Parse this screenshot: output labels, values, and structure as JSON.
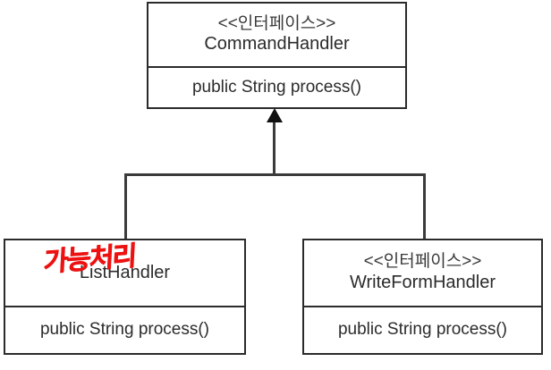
{
  "diagram": {
    "title": "CommandHandler interface hierarchy",
    "colors": {
      "box_border": "#2b2b2b",
      "connector": "#3b3b3b",
      "arrowhead": "#111111",
      "annotation_red": "#ee1111",
      "background": "#ffffff",
      "text": "#2b2b2b"
    },
    "boxes": [
      {
        "id": "command-handler",
        "stereotype": "<<인터페이스>>",
        "name": "CommandHandler",
        "members": [
          "public String process()"
        ]
      },
      {
        "id": "list-handler",
        "stereotype": "",
        "name": "ListHandler",
        "members": [
          "public String process()"
        ]
      },
      {
        "id": "write-form-handler",
        "stereotype": "<<인터페이스>>",
        "name": "WriteFormHandler",
        "members": [
          "public String process()"
        ]
      }
    ],
    "annotation": {
      "text": "가능처리",
      "color": "#ee1111"
    },
    "relationship": {
      "type": "generalization",
      "arrowhead": "solid-triangle",
      "target": "CommandHandler",
      "sources": [
        "ListHandler",
        "WriteFormHandler"
      ]
    }
  }
}
